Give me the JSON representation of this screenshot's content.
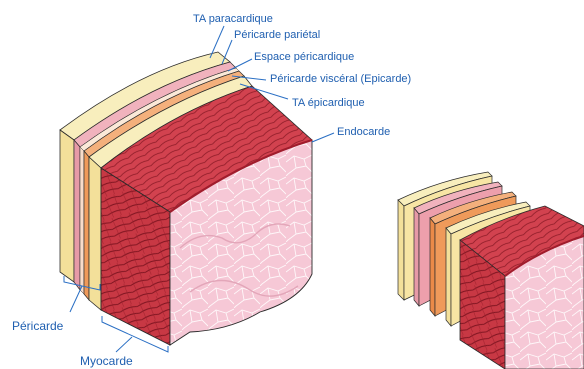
{
  "labels": {
    "ta_paracardique": "TA paracardique",
    "pericarde_parietal": "Péricarde pariétal",
    "espace_pericardique": "Espace péricardique",
    "pericarde_visceral": "Péricarde viscéral (Epicarde)",
    "ta_epicardique": "TA épicardique",
    "endocarde": "Endocarde",
    "pericarde": "Péricarde",
    "myocarde": "Myocarde"
  },
  "colors": {
    "label_text": "#1f5fb0",
    "leader_line": "#2a6fc4",
    "adipose_tissue": "#f7e5a4",
    "parietal_pericardium": "#e79aa7",
    "visceral_pericardium": "#ef9a5a",
    "myocardium": "#c83844",
    "endocardium_surface": "#f6c8d6",
    "outline": "#2b2b2b"
  }
}
